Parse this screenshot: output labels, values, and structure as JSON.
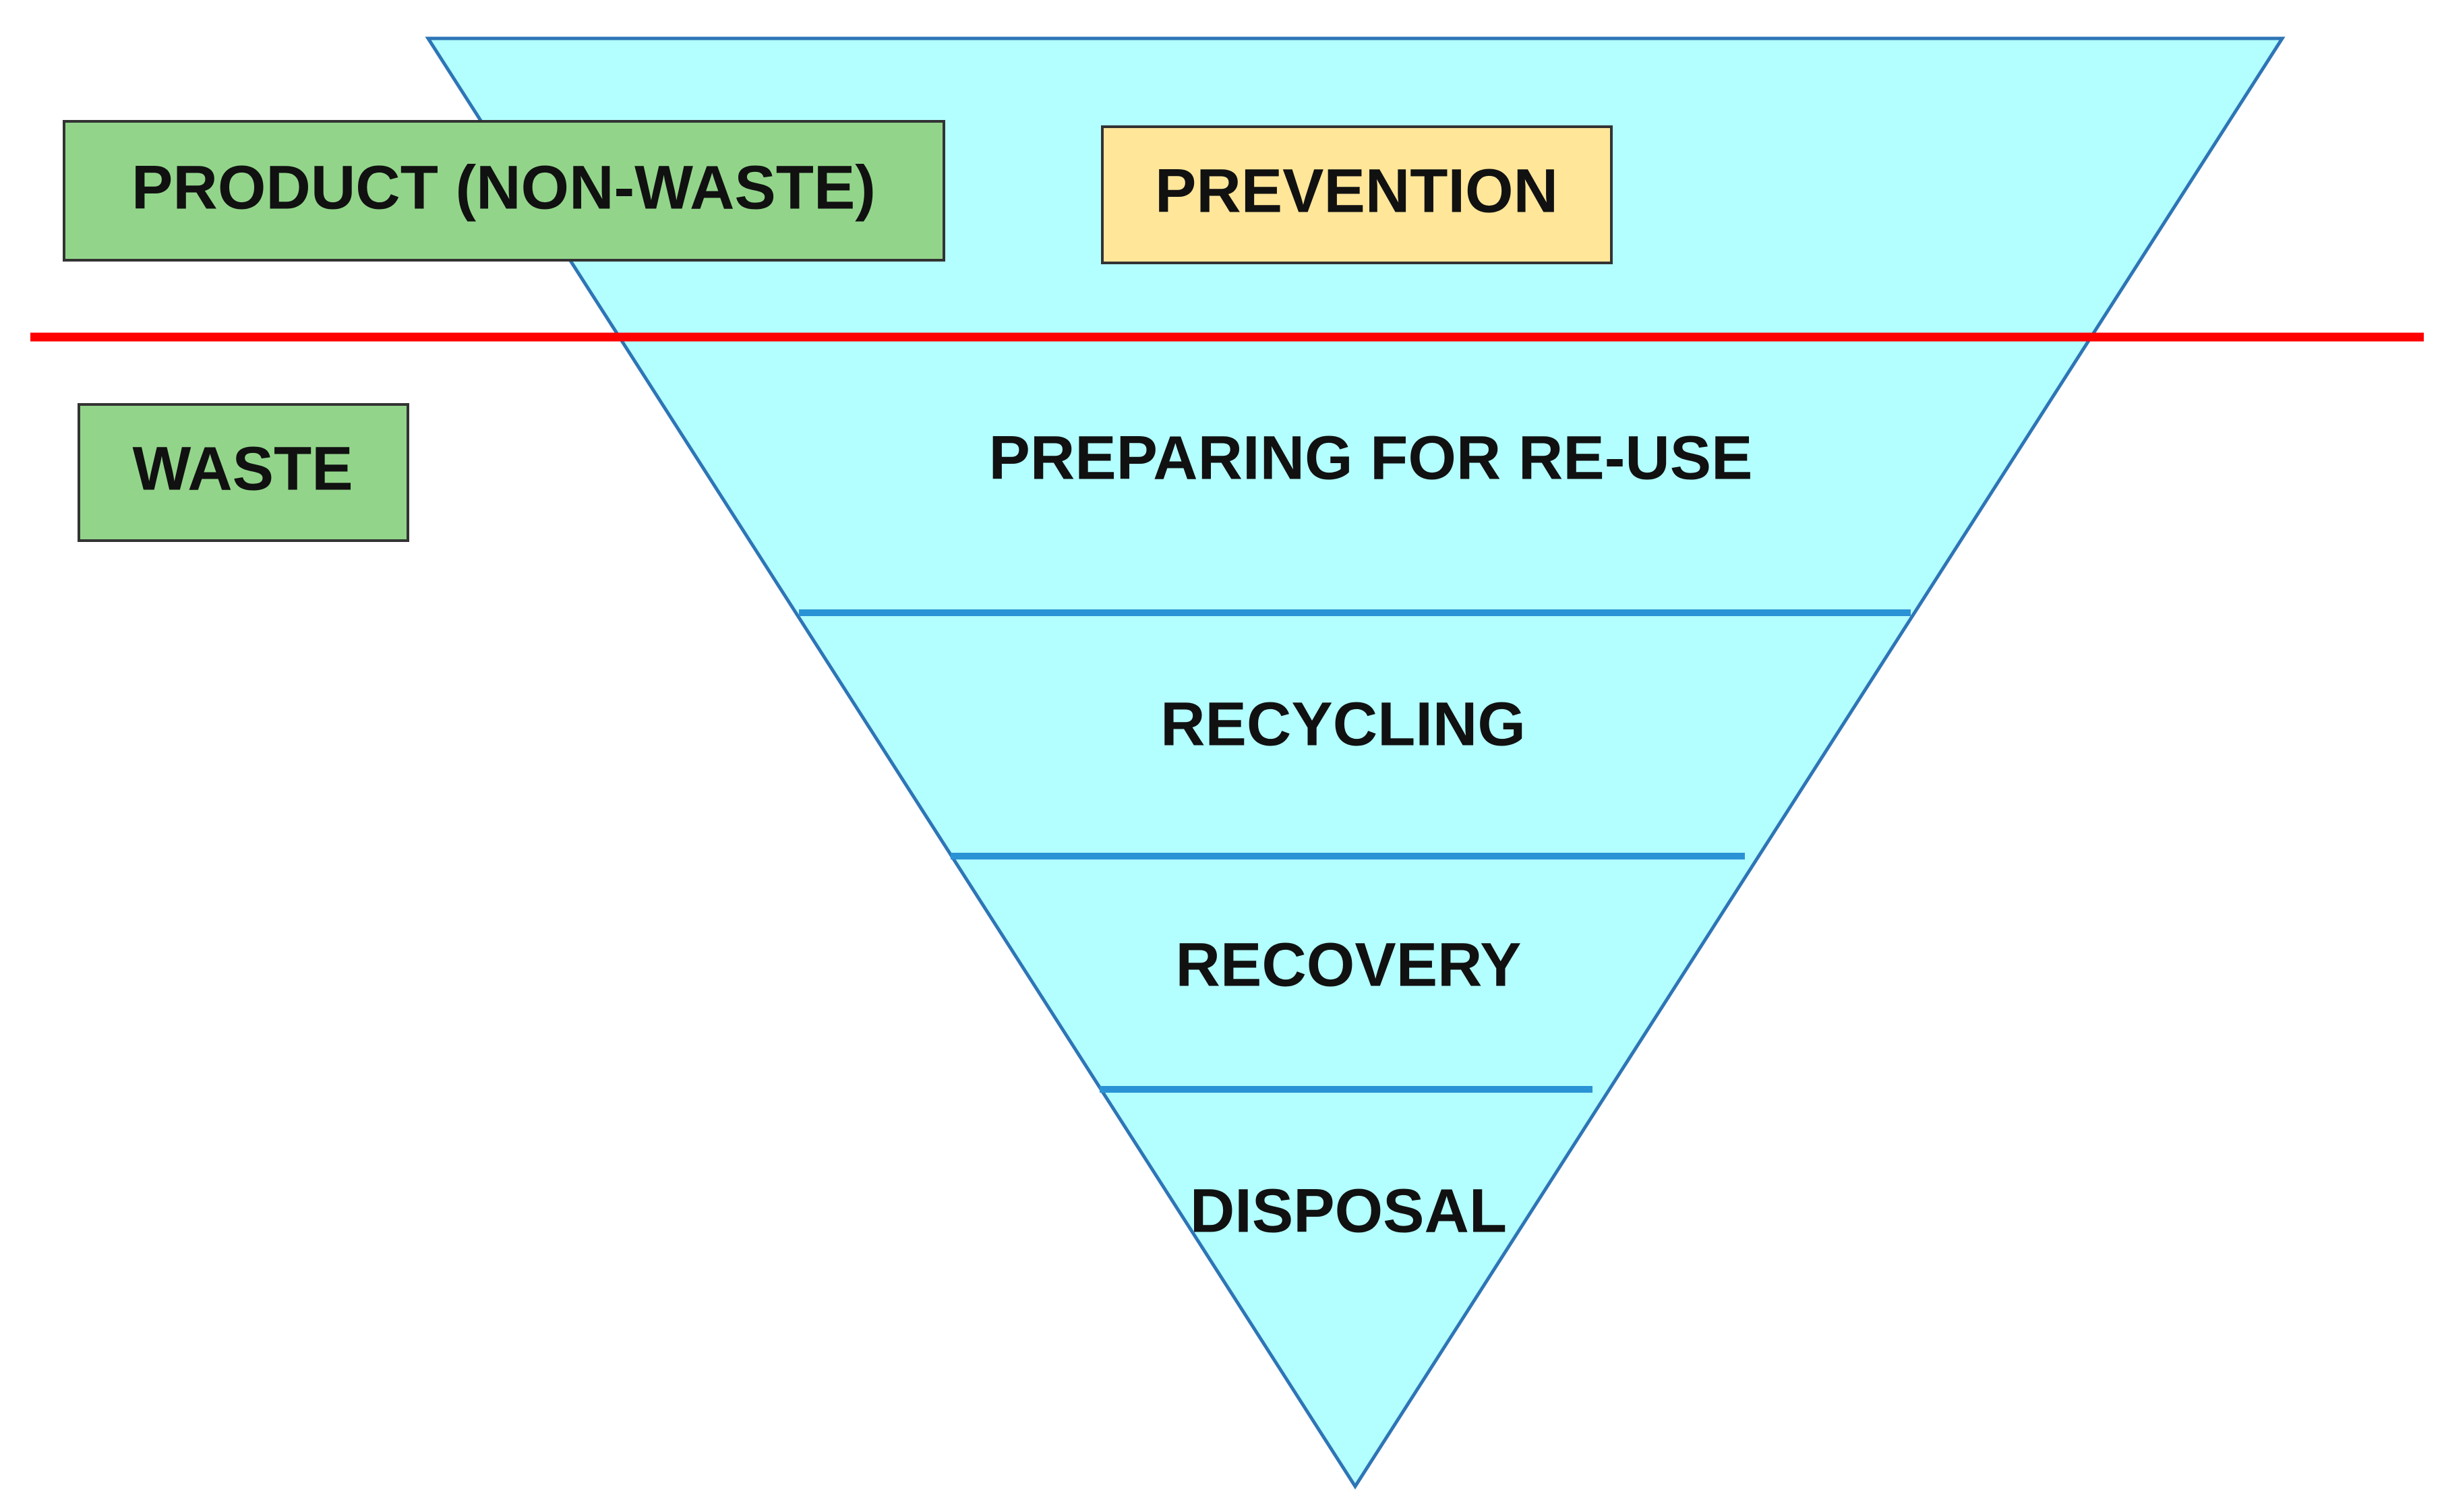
{
  "colors": {
    "triangle_fill": "#b3ffff",
    "triangle_stroke": "#2e75b6",
    "divider": "#2a93d5",
    "boundary_line": "#ff0000",
    "green_box": "#92d58a",
    "yellow_box": "#ffe699",
    "box_border": "#333333",
    "text": "#111111"
  },
  "boxes": {
    "product": "PRODUCT (NON-WASTE)",
    "prevention": "PREVENTION",
    "waste": "WASTE"
  },
  "hierarchy": {
    "levels": [
      "PREPARING FOR RE-USE",
      "RECYCLING",
      "RECOVERY",
      "DISPOSAL"
    ]
  }
}
